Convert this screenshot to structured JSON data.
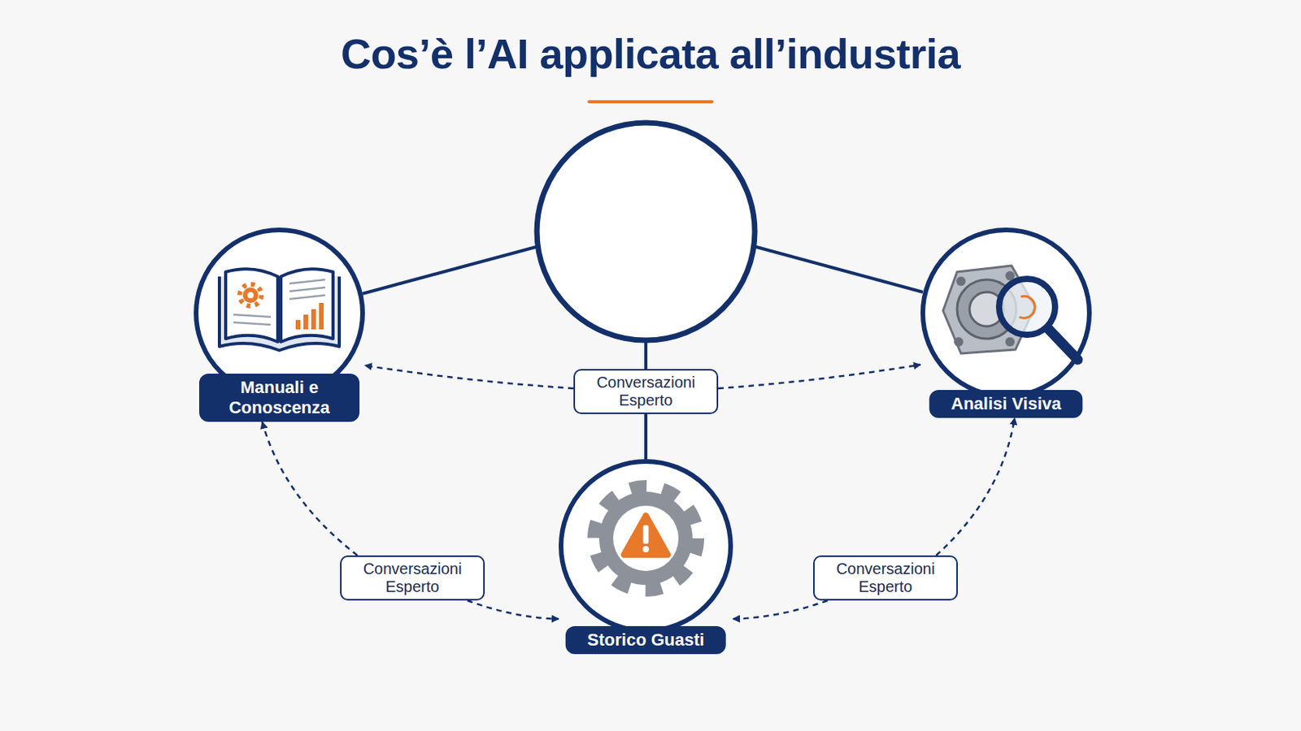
{
  "diagram": {
    "title": "Cos’è l’AI applicata all’industria",
    "nodes": [
      {
        "text": [
          "Manuali e Conoscenza"
        ]
      },
      {
        "text": [
          "Conversazioni Esperto"
        ]
      },
      {
        "text": [
          "Analisi Visiva"
        ]
      },
      {
        "text": [
          "Conversazioni Esperto"
        ]
      },
      {
        "text": [
          "Storico Guasti"
        ]
      },
      {
        "text": [
          "Conversazioni Esperto"
        ]
      }
    ],
    "edges": [
      {
        "from": 1,
        "to": 0,
        "arrow": "to"
      },
      {
        "from": 1,
        "to": 2,
        "arrow": "to"
      },
      {
        "from": 3,
        "to": 0,
        "arrow": "to"
      },
      {
        "from": 3,
        "to": 4,
        "arrow": "to"
      },
      {
        "from": 5,
        "to": 2,
        "arrow": "to"
      },
      {
        "from": 5,
        "to": 4,
        "arrow": "to"
      },
      {
        "from": 1,
        "to": 4,
        "arrow": "none"
      }
    ]
  }
}
